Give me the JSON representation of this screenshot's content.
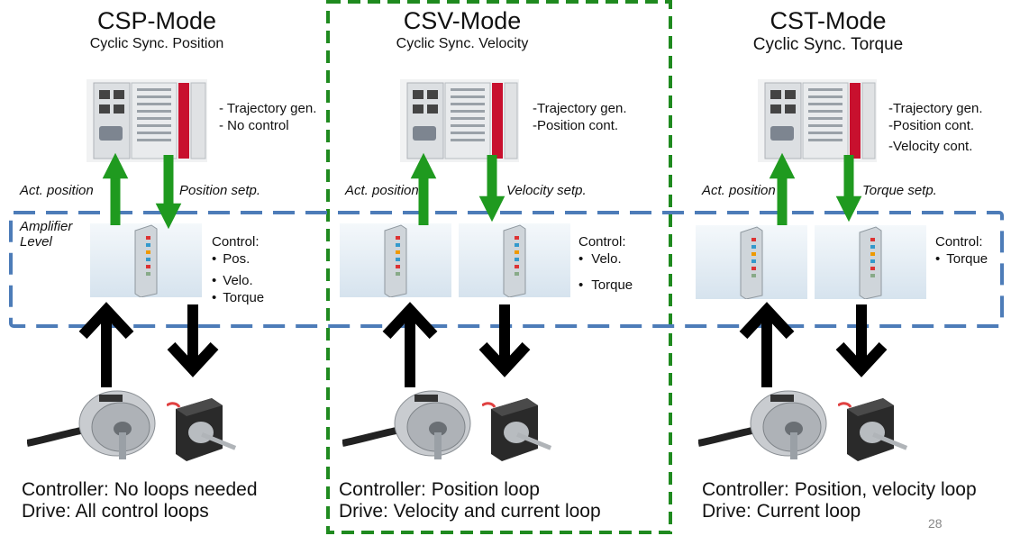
{
  "modes": [
    {
      "title": "CSP-Mode",
      "subtitle": "Cyclic Sync. Position",
      "plc_notes": [
        "- Trajectory gen.",
        "- No control"
      ],
      "act_label": "Act. position",
      "setp_label": "Position setp.",
      "control_title": "Control:",
      "control_items": [
        "Pos.",
        "Velo.",
        "Torque"
      ],
      "bottom_lines": [
        "Controller: No loops needed",
        "Drive: All control loops"
      ]
    },
    {
      "title": "CSV-Mode",
      "subtitle": "Cyclic Sync. Velocity",
      "plc_notes": [
        "-Trajectory gen.",
        "-Position cont."
      ],
      "act_label": "Act. position",
      "setp_label": "Velocity setp.",
      "control_title": "Control:",
      "control_items": [
        "Velo.",
        "Torque"
      ],
      "bottom_lines": [
        "Controller: Position loop",
        "Drive: Velocity and current loop"
      ]
    },
    {
      "title": "CST-Mode",
      "subtitle": "Cyclic Sync. Torque",
      "plc_notes": [
        "-Trajectory gen.",
        "-Position cont.",
        "-Velocity cont."
      ],
      "act_label": "Act. position",
      "setp_label": "Torque setp.",
      "control_title": "Control:",
      "control_items": [
        "Torque"
      ],
      "bottom_lines": [
        "Controller: Position, velocity loop",
        "Drive: Current loop"
      ]
    }
  ],
  "amplifier_label": [
    "Amplifier",
    "Level"
  ],
  "bullet": "•",
  "page_number": "28",
  "colors": {
    "green_arrow": "#1f9a1f",
    "csv_frame": "#1f8a1f",
    "amp_frame": "#4d7cb8",
    "black_arrow": "#000000"
  }
}
